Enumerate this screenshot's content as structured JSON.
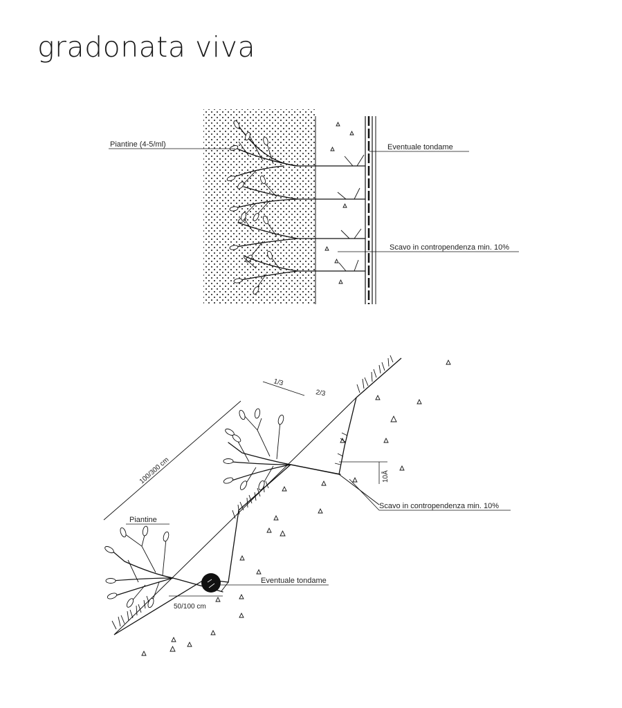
{
  "title": "gradonata viva",
  "plan_view": {
    "labels": {
      "plants": "Piantine (4-5/ml)",
      "log": "Eventuale tondame",
      "excavation": "Scavo in contropendenza min. 10%"
    }
  },
  "section_view": {
    "labels": {
      "plants": "Piantine",
      "excavation": "Scavo in contropendenza min. 10%",
      "log": "Eventuale tondame",
      "slope_length": "100/300 cm",
      "ratio_a": "1/3",
      "ratio_b": "2/3",
      "step_width": "50/100 cm",
      "angle": "10Å"
    }
  }
}
